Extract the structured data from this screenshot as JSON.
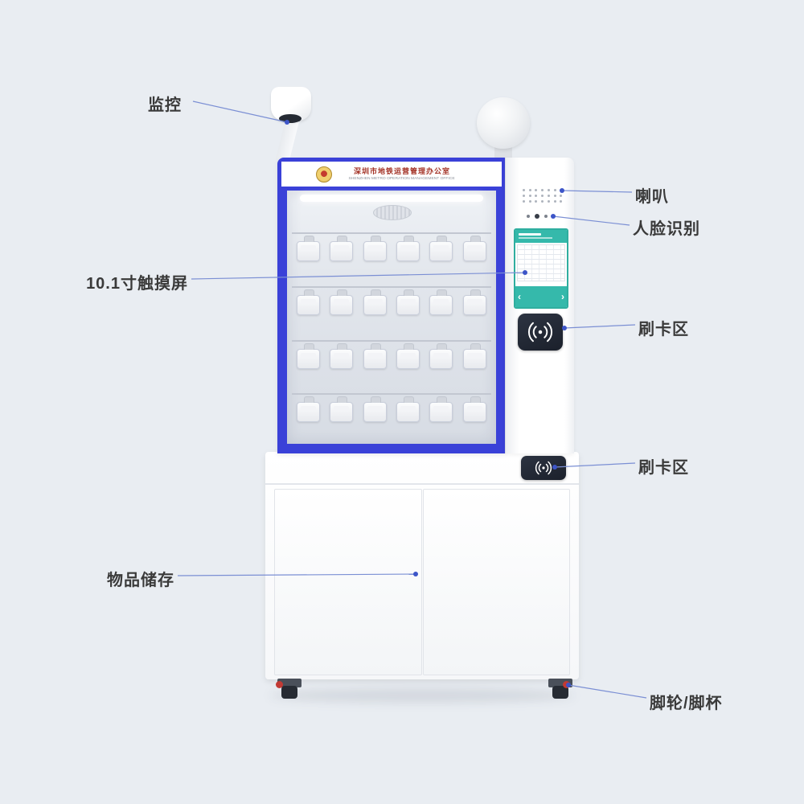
{
  "page": {
    "background": "#e9edf2"
  },
  "machine": {
    "header": {
      "title": "深圳市地铁运营管理办公室",
      "subtitle": "SHENZHEN METRO OPERATION MANAGEMENT OFFICE"
    },
    "screen": {
      "prev": "‹",
      "next": "›"
    },
    "keys": {
      "rows": 4,
      "cols": 6
    },
    "colors": {
      "frame_blue": "#3a41d8",
      "screen_teal": "#35b9ab",
      "nfc_dark": "#232a37",
      "accent_red": "#c23a34"
    }
  },
  "callouts": {
    "monitor": {
      "label": "监控"
    },
    "speaker": {
      "label": "喇叭"
    },
    "face": {
      "label": "人脸识别"
    },
    "touchscreen": {
      "label": "10.1寸触摸屏"
    },
    "card_upper": {
      "label": "刷卡区"
    },
    "card_lower": {
      "label": "刷卡区"
    },
    "storage": {
      "label": "物品储存"
    },
    "casters": {
      "label": "脚轮/脚杯"
    }
  }
}
